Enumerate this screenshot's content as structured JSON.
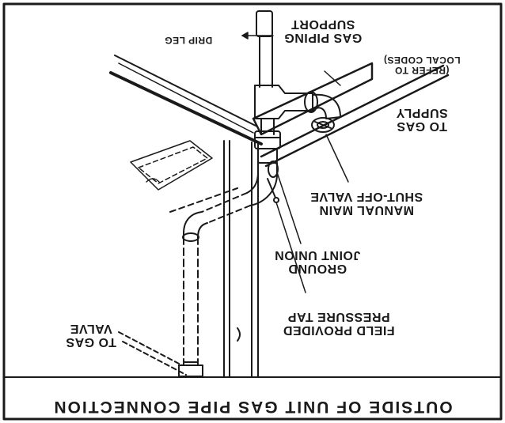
{
  "diagram": {
    "caption": "OUTSIDE OF UNIT GAS PIPE CONNECTION",
    "labels": {
      "drip_leg": "DRIP LEG",
      "gas_piping_support": [
        "GAS PIPING",
        "SUPPORT"
      ],
      "refer_local_codes": [
        "(REFER TO",
        "LOCAL CODES)"
      ],
      "to_gas_supply": [
        "TO GAS",
        "SUPPLY"
      ],
      "manual_main_shutoff": [
        "MANUAL MAIN",
        "SHUT-OFF VALVE"
      ],
      "ground_joint_union": [
        "GROUND",
        "JOINT UNION"
      ],
      "field_pressure_tap": [
        "FIELD PROVIDED",
        "PRESSURE TAP"
      ],
      "to_gas_valve": [
        "TO GAS",
        "VALVE"
      ]
    },
    "ink_color": "#1a1a1a",
    "background_color": "#ffffff",
    "orientation": "upside-down"
  }
}
